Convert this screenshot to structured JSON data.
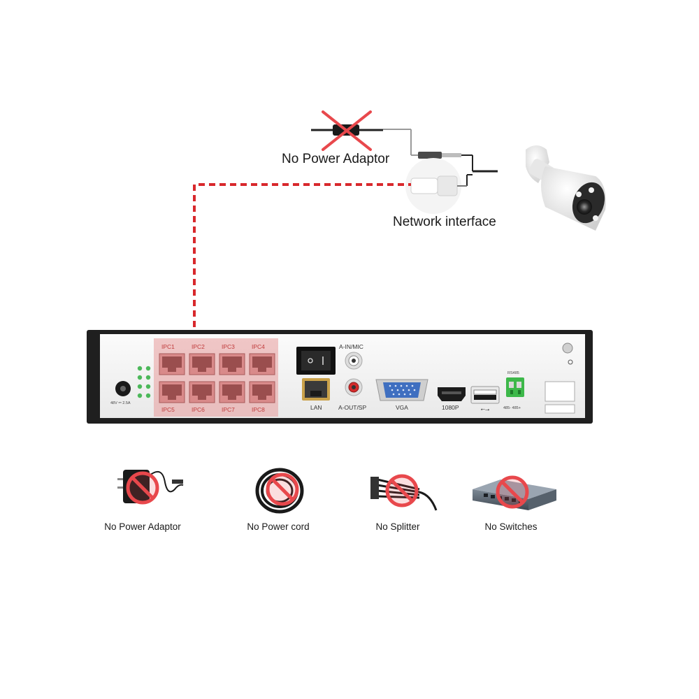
{
  "callouts": {
    "top_adaptor": "No Power Adaptor",
    "network_interface": "Network interface"
  },
  "nvr": {
    "ports_top": [
      "IPC1",
      "IPC2",
      "IPC3",
      "IPC4"
    ],
    "ports_bottom": [
      "IPC5",
      "IPC6",
      "IPC7",
      "IPC8"
    ],
    "lan": "LAN",
    "audio_in": "A-IN/MIC",
    "audio_out": "A-OUT/SP",
    "vga": "VGA",
    "hdmi": "1080P",
    "power_rating": "48V ⎓ 2.5A",
    "rs485_top": "RS485",
    "rs485_bottom": "485- 485+"
  },
  "not_required_items": [
    {
      "label": "No Power Adaptor",
      "icon": "power-adapter-icon"
    },
    {
      "label": "No Power cord",
      "icon": "cable-coil-icon"
    },
    {
      "label": "No Splitter",
      "icon": "splitter-icon"
    },
    {
      "label": "No Switches",
      "icon": "network-switch-icon"
    }
  ],
  "colors": {
    "cross": "#e8484c",
    "poe_link": "#d8282c",
    "port_highlight": "#e79a9a",
    "nvr_body": "#1f1f1f",
    "nvr_panel": "#f4f4f4"
  }
}
